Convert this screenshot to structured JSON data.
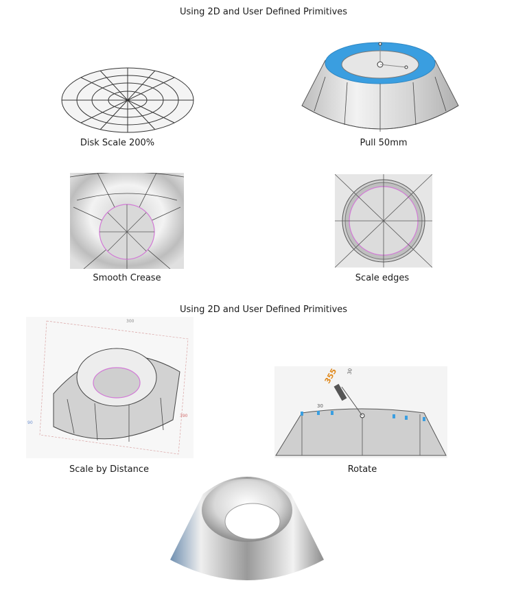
{
  "section1": {
    "heading": "Using 2D and User Defined Primitives"
  },
  "section2": {
    "heading": "Using 2D and User Defined Primitives"
  },
  "figures": {
    "disk": {
      "caption": "Disk Scale 200%"
    },
    "pull": {
      "caption": "Pull 50mm"
    },
    "smooth": {
      "caption": "Smooth Crease"
    },
    "scale_edges": {
      "caption": "Scale edges"
    },
    "scale_distance": {
      "caption": "Scale by Distance",
      "dim_top": "300",
      "dim_left": "90",
      "dim_right": "390"
    },
    "rotate": {
      "caption": "Rotate",
      "angle_value": "355",
      "tick_a": "30",
      "tick_b": "30"
    },
    "final": {
      "caption": ""
    }
  },
  "colors": {
    "accent_blue": "#3a9ee0",
    "orange": "#e08a1e",
    "crease_pink": "#d27ad6"
  }
}
